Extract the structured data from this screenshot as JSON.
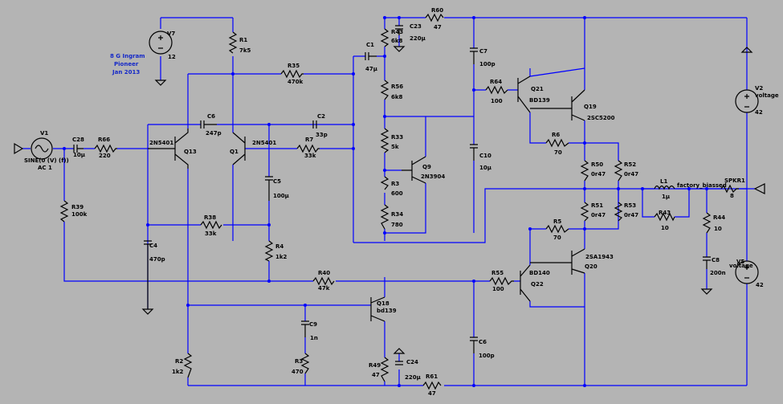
{
  "colors": {
    "background": "#b4b4b4",
    "wire": "#0000ff",
    "component": "#000000",
    "note": "#1428c8"
  },
  "note": {
    "line1": "8 G Ingram",
    "line2": "Pioneer",
    "line3": "Jan 2013"
  },
  "components": {
    "V1": {
      "name": "V1",
      "value": "SINE(0 (V) (f))",
      "value2": "AC 1"
    },
    "C28": {
      "name": "C28",
      "value": "10µ"
    },
    "R66": {
      "name": "R66",
      "value": "220"
    },
    "R39": {
      "name": "R39",
      "value": "100k"
    },
    "C4": {
      "name": "C4",
      "value": "470p"
    },
    "Q13": {
      "name": "Q13",
      "model": "2N5401"
    },
    "Q1": {
      "name": "Q1",
      "model": "2N5401"
    },
    "C6": {
      "name": "C6",
      "value": "247p"
    },
    "V7": {
      "name": "V7",
      "value": "12"
    },
    "R1": {
      "name": "R1",
      "value": "7k5"
    },
    "R35": {
      "name": "R35",
      "value": "470k"
    },
    "C1": {
      "name": "C1",
      "value": "47µ"
    },
    "C2": {
      "name": "C2",
      "value": "33p"
    },
    "R7": {
      "name": "R7",
      "value": "33k"
    },
    "C5": {
      "name": "C5",
      "value": "100µ"
    },
    "R38": {
      "name": "R38",
      "value": "33k"
    },
    "R4": {
      "name": "R4",
      "value": "1k2"
    },
    "R40": {
      "name": "R40",
      "value": "47k"
    },
    "R43top": {
      "name": "R43",
      "value": "6k8"
    },
    "C23": {
      "name": "C23",
      "value": "220µ"
    },
    "R60": {
      "name": "R60",
      "value": "47"
    },
    "R56": {
      "name": "R56",
      "value": "6k8"
    },
    "R33": {
      "name": "R33",
      "value": "5k"
    },
    "Q9": {
      "name": "Q9",
      "model": "2N3904"
    },
    "R3": {
      "name": "R3",
      "value": "600"
    },
    "R34": {
      "name": "R34",
      "value": "780"
    },
    "C7": {
      "name": "C7",
      "value": "100p"
    },
    "C10": {
      "name": "C10",
      "value": "10µ"
    },
    "R64": {
      "name": "R64",
      "value": "100"
    },
    "Q21": {
      "name": "Q21",
      "model": "BD139"
    },
    "Q19": {
      "name": "Q19",
      "model": "2SC5200"
    },
    "R6": {
      "name": "R6",
      "value": "70"
    },
    "R50": {
      "name": "R50",
      "value": "0r47"
    },
    "R52": {
      "name": "R52",
      "value": "0r47"
    },
    "R51": {
      "name": "R51",
      "value": "0r47"
    },
    "R53": {
      "name": "R53",
      "value": "0r47"
    },
    "R5": {
      "name": "R5",
      "value": "70"
    },
    "L1": {
      "name": "L1",
      "value": "1µ"
    },
    "R43out": {
      "name": "R43",
      "value": "10"
    },
    "net": {
      "name": "factory_biassed"
    },
    "SPKR1": {
      "name": "SPKR1",
      "value": "8"
    },
    "R44": {
      "name": "R44",
      "value": "10"
    },
    "C8": {
      "name": "C8",
      "value": "200n"
    },
    "V2": {
      "name": "V2",
      "value": "voltage",
      "value2": "42"
    },
    "V5": {
      "name": "V5",
      "value": "voltage",
      "value2": "42"
    },
    "Q20": {
      "name": "Q20",
      "model": "2SA1943"
    },
    "Q22": {
      "name": "Q22",
      "model": "BD140"
    },
    "R55": {
      "name": "R55",
      "value": "100"
    },
    "Q18": {
      "name": "Q18",
      "model": "bd139"
    },
    "C9": {
      "name": "C9",
      "value": "1n"
    },
    "R3low": {
      "name": "R3",
      "value": "470"
    },
    "R2": {
      "name": "R2",
      "value": "1k2"
    },
    "R49": {
      "name": "R49",
      "value": "47"
    },
    "C24": {
      "name": "C24",
      "value": "220µ"
    },
    "R61": {
      "name": "R61",
      "value": "47"
    },
    "C6low": {
      "name": "C6",
      "value": "100p"
    }
  }
}
